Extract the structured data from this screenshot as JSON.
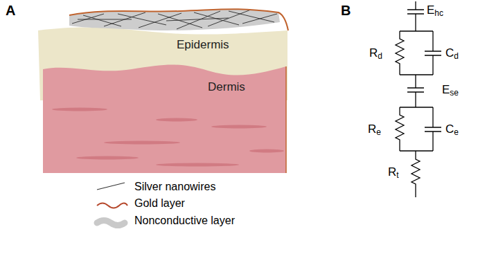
{
  "diagram": {
    "nodes": [
      {
        "text": [
          "Epidermis"
        ]
      },
      {
        "text": [
          "Dermis"
        ]
      }
    ],
    "labels": [
      "A",
      "B",
      "Ehc",
      "Rd",
      "Cd",
      "Ese",
      "Re",
      "Ce",
      "Rt"
    ],
    "legend": [
      {
        "text": "Silver nanowires"
      },
      {
        "text": "Gold layer"
      },
      {
        "text": "Nonconductive layer"
      }
    ]
  }
}
